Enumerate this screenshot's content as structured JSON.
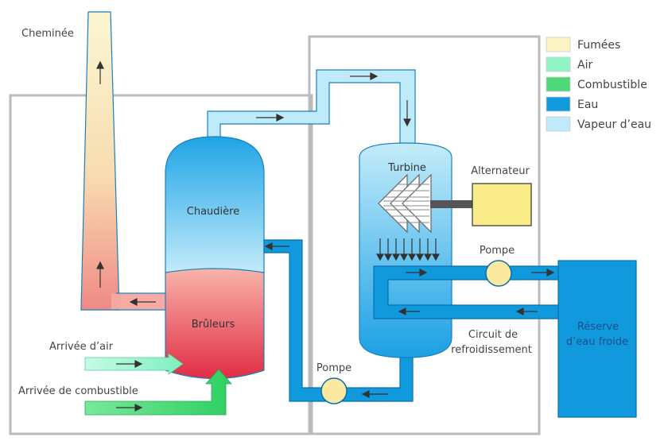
{
  "labels": {
    "chimney": "Cheminée",
    "boiler": "Chaudière",
    "burners": "Brûleurs",
    "turbine": "Turbine",
    "alternator": "Alternateur",
    "pump_top": "Pompe",
    "pump_bottom": "Pompe",
    "air_inlet": "Arrivée d’air",
    "fuel_inlet": "Arrivée de combustible",
    "cooling_circuit_line1": "Circuit de",
    "cooling_circuit_line2": "refroidissement",
    "reservoir_line1": "Réserve",
    "reservoir_line2": "d’eau froide"
  },
  "legend": [
    {
      "label": "Fumées",
      "color": "#fbf3c1"
    },
    {
      "label": "Air",
      "color": "#8ff5c5"
    },
    {
      "label": "Combustible",
      "color": "#4fd878"
    },
    {
      "label": "Eau",
      "color": "#1199dd"
    },
    {
      "label": "Vapeur d’eau",
      "color": "#bfeaf9"
    }
  ],
  "colors": {
    "frame": "#bbbbbb",
    "steam": "#bfeaf9",
    "water": "#1199dd",
    "smoke_top": "#fbf3c1",
    "smoke_bottom": "#f08888",
    "burner_top": "#f6a8a0",
    "burner_bottom": "#e23648",
    "pump": "#fbe9a0",
    "alternator": "#fbec8a",
    "label_text": "#444444",
    "reservoir_text": "#1a4f88"
  }
}
